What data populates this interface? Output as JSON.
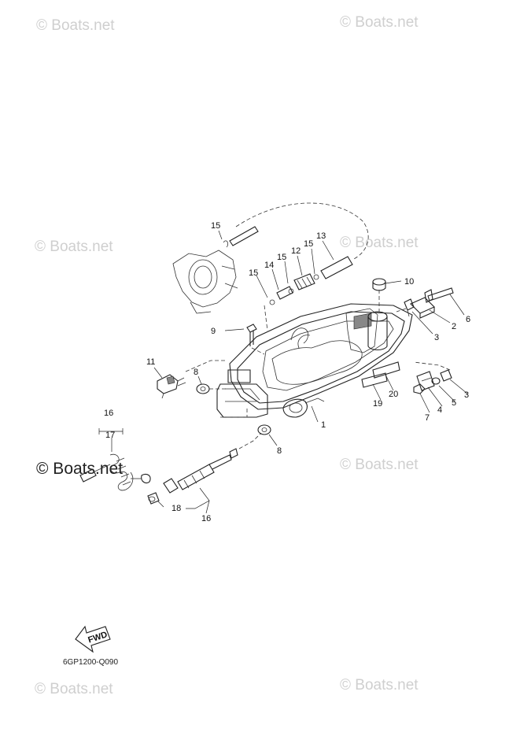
{
  "watermark": {
    "text": "© Boats.net"
  },
  "diagram_code": "6GP1200-Q090",
  "fwd_label": "FWD",
  "callouts": {
    "c1": "1",
    "c2": "2",
    "c3a": "3",
    "c3b": "3",
    "c4": "4",
    "c5": "5",
    "c6": "6",
    "c7": "7",
    "c8a": "8",
    "c8b": "8",
    "c9": "9",
    "c10": "10",
    "c11": "11",
    "c12": "12",
    "c13": "13",
    "c14": "14",
    "c15a": "15",
    "c15b": "15",
    "c15c": "15",
    "c15d": "15",
    "c16a": "16",
    "c16b": "16",
    "c17": "17",
    "c18": "18",
    "c19": "19",
    "c20": "20"
  }
}
